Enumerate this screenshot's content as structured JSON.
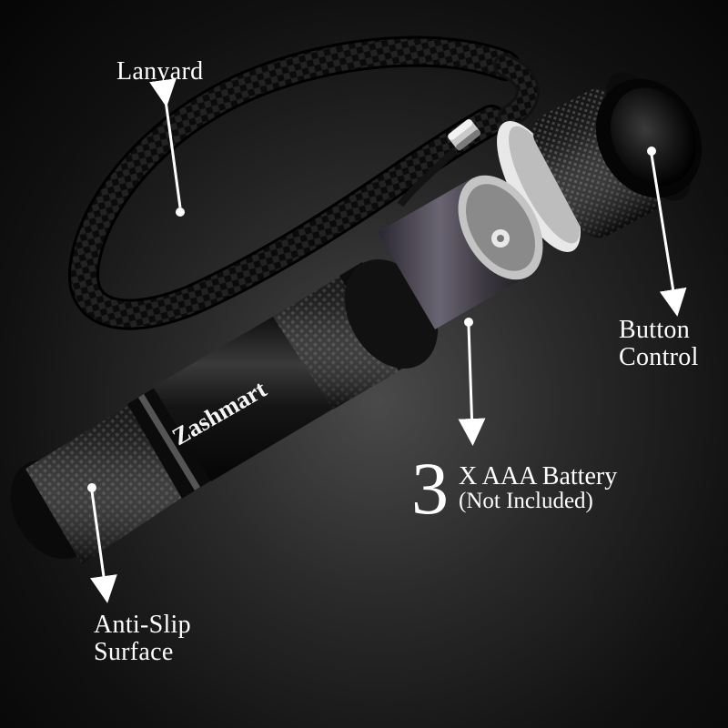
{
  "callouts": {
    "lanyard": "Lanyard",
    "button_line1": "Button",
    "button_line2": "Control",
    "battery_number": "3",
    "battery_line1": "X AAA Battery",
    "battery_line2": "(Not Included)",
    "antislip_line1": "Anti-Slip",
    "antislip_line2": "Surface"
  },
  "product": {
    "brand": "Zashmart"
  }
}
